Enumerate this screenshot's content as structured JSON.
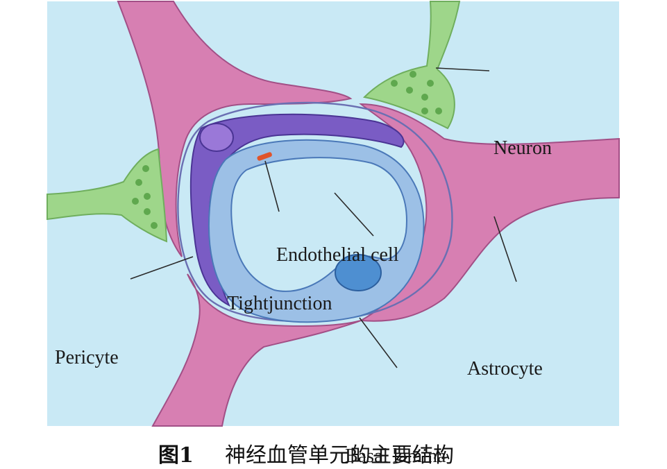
{
  "labels": {
    "neuron": "Neuron",
    "endothelial_cell": "Endothelial cell",
    "tight_junction": "Tightjunction",
    "pericyte": "Pericyte",
    "astrocyte": "Astrocyte",
    "basal_lamina": "Basal lamina"
  },
  "caption": {
    "figure_number": "图1",
    "title": "神经血管单元的主要结构"
  },
  "colors": {
    "background": "#c9e9f5",
    "astrocyte_pink": "#d77fb2",
    "astrocyte_outline": "#a24f86",
    "neuron_green": "#9ed68a",
    "neuron_outline": "#6fae5d",
    "pericyte_purple": "#7a5cc4",
    "endothelial_blue": "#9cc0e6",
    "lumen": "#c9e9f5",
    "nucleus_blue": "#4e8fd1",
    "tight_junction_red": "#e0542b"
  }
}
